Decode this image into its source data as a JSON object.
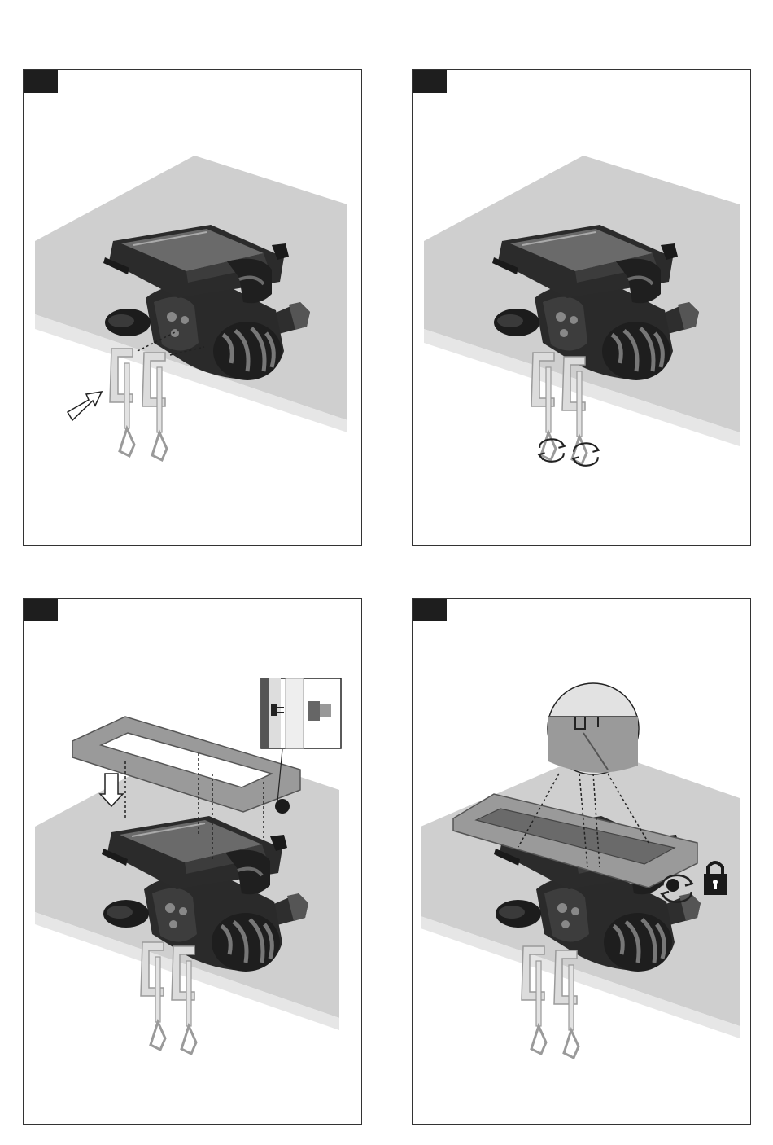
{
  "page": {
    "panels": [
      {
        "id": "panel-1",
        "step_label": ""
      },
      {
        "id": "panel-2",
        "step_label": ""
      },
      {
        "id": "panel-3",
        "step_label": ""
      },
      {
        "id": "panel-4",
        "step_label": ""
      }
    ]
  },
  "colors": {
    "frame": "#333333",
    "tab": "#1e1e1e",
    "tabletop": "#cfcfcf",
    "table_edge": "#e6e6e6",
    "machine_dark": "#262626",
    "machine_mid": "#4a4a4a",
    "belt": "#6a6a6a",
    "clamp": "#d9d9d9",
    "clamp_stroke": "#9a9a9a"
  },
  "icons": {
    "push_arrow": "outline-arrow-icon",
    "down_arrow": "down-arrow-icon",
    "rotate": "rotate-arrows-icon",
    "lock": "padlock-icon"
  }
}
